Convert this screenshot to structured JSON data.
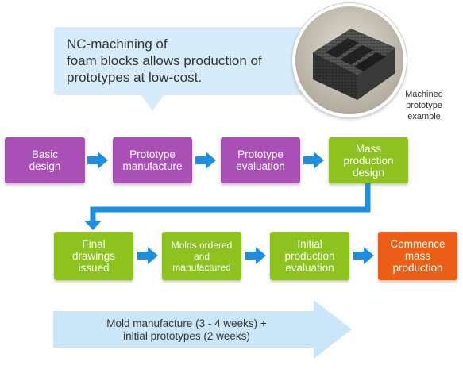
{
  "callout": {
    "text": "NC-machining of\nfoam blocks allows production of\nprototypes at low-cost."
  },
  "photo": {
    "caption": "Machined\nprototype\nexample"
  },
  "row1": [
    {
      "label": "Basic\ndesign",
      "color": "#a94fb5"
    },
    {
      "label": "Prototype\nmanufacture",
      "color": "#a94fb5"
    },
    {
      "label": "Prototype\nevaluation",
      "color": "#a94fb5"
    },
    {
      "label": "Mass\nproduction\ndesign",
      "color": "#8dc21f"
    }
  ],
  "row2": [
    {
      "label": "Final\ndrawings\nissued",
      "color": "#8dc21f"
    },
    {
      "label": "Molds ordered\nand\nmanufactured",
      "color": "#8dc21f"
    },
    {
      "label": "Initial\nproduction\nevaluation",
      "color": "#8dc21f"
    },
    {
      "label": "Commence\nmass\nproduction",
      "color": "#ec5d15"
    }
  ],
  "timeline": {
    "text": "Mold manufacture (3 - 4 weeks) +\ninitial prototypes (2 weeks)"
  },
  "colors": {
    "arrow": "#1e8fe0",
    "callout_bg": "#d6ecfa",
    "timeline_bg": "#cbe6f8"
  }
}
